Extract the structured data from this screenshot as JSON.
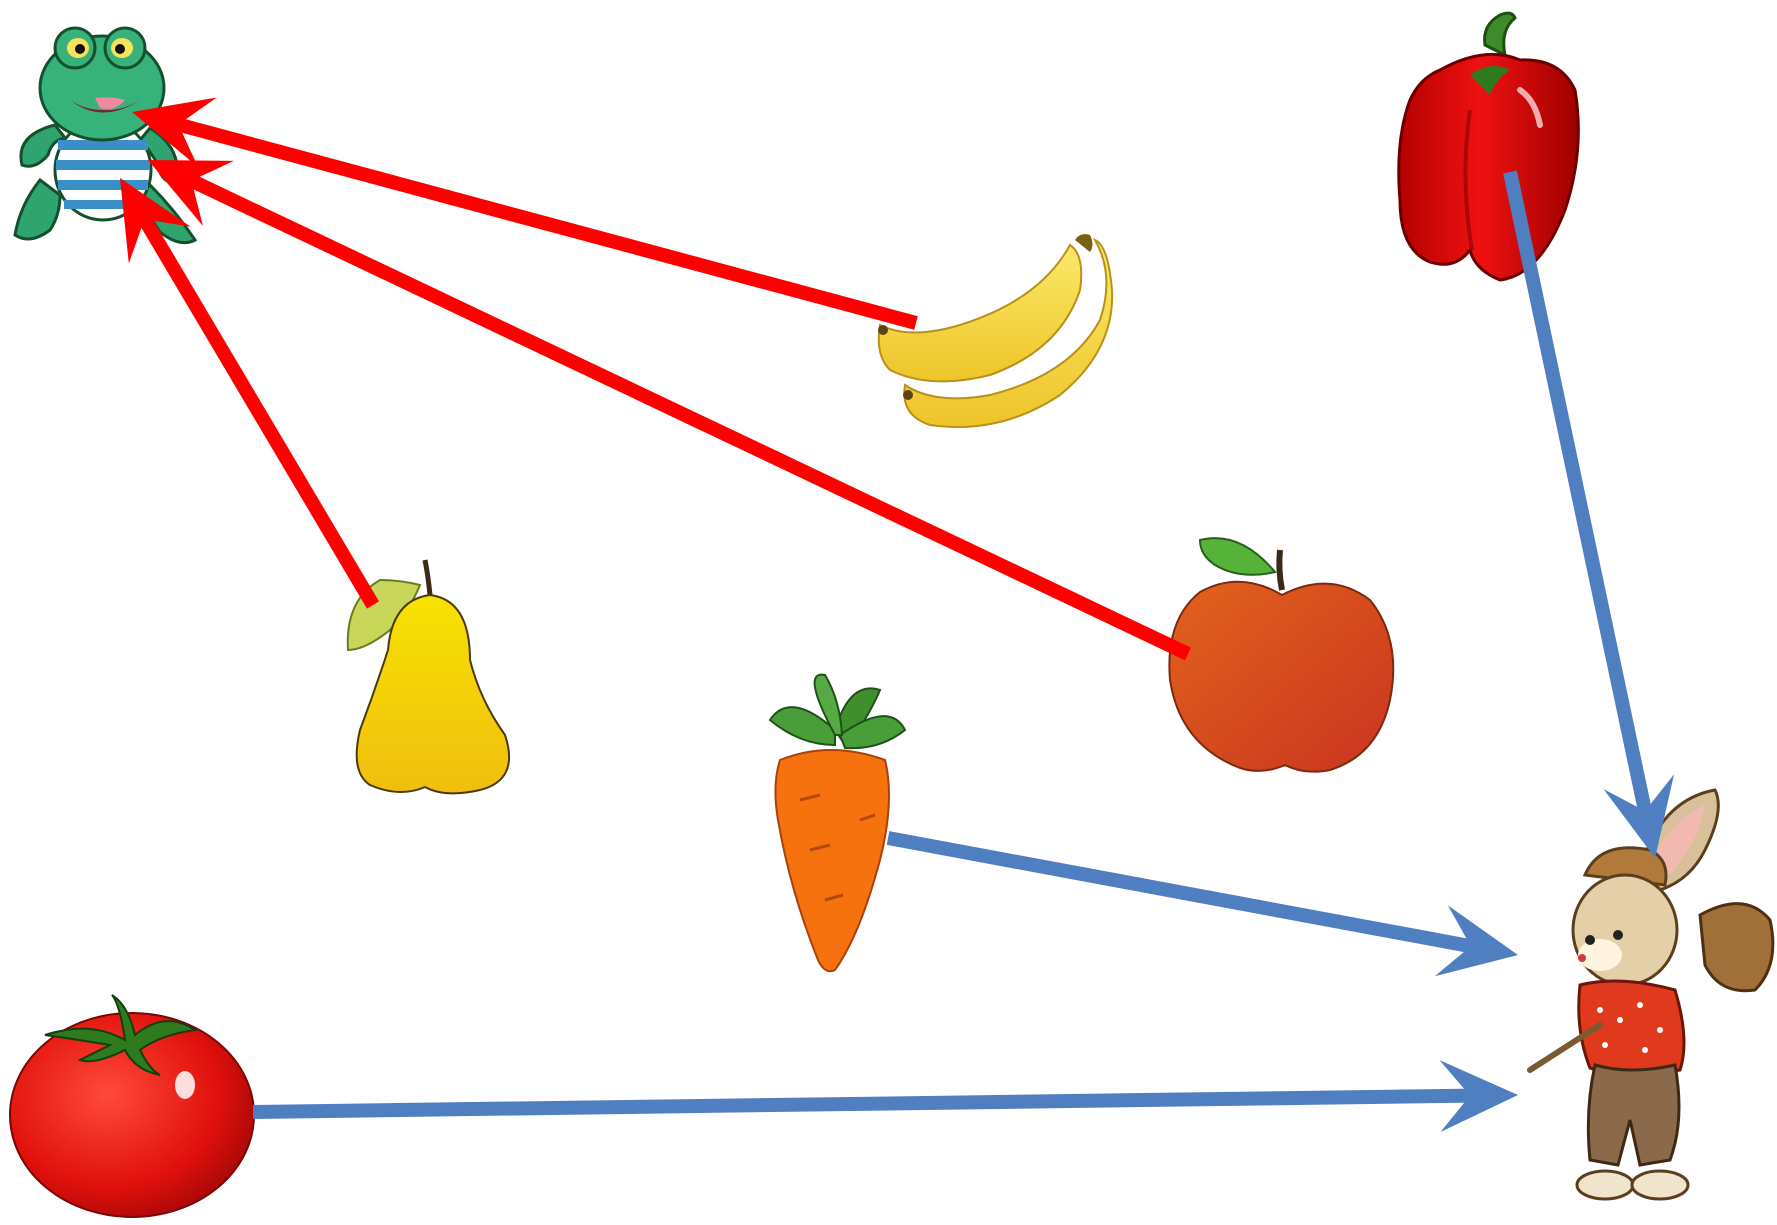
{
  "diagram": {
    "nodes": [
      {
        "id": "frog",
        "kind": "character",
        "icon": "frog-icon"
      },
      {
        "id": "rabbit",
        "kind": "character",
        "icon": "rabbit-icon"
      },
      {
        "id": "banana",
        "kind": "fruit",
        "icon": "banana-icon"
      },
      {
        "id": "pear",
        "kind": "fruit",
        "icon": "pear-icon"
      },
      {
        "id": "apple",
        "kind": "fruit",
        "icon": "apple-icon"
      },
      {
        "id": "bell-pepper",
        "kind": "vegetable",
        "icon": "bell-pepper-icon"
      },
      {
        "id": "carrot",
        "kind": "vegetable",
        "icon": "carrot-icon"
      },
      {
        "id": "tomato",
        "kind": "vegetable",
        "icon": "tomato-icon"
      }
    ],
    "edges": [
      {
        "from": "banana",
        "to": "frog",
        "color": "#ff0000"
      },
      {
        "from": "apple",
        "to": "frog",
        "color": "#ff0000"
      },
      {
        "from": "pear",
        "to": "frog",
        "color": "#ff0000"
      },
      {
        "from": "bell-pepper",
        "to": "rabbit",
        "color": "#4f7fc0"
      },
      {
        "from": "carrot",
        "to": "rabbit",
        "color": "#4f7fc0"
      },
      {
        "from": "tomato",
        "to": "rabbit",
        "color": "#4f7fc0"
      }
    ],
    "colors": {
      "fruit_arrows": "#ff0000",
      "vegetable_arrows": "#4f7fc0",
      "background": "#ffffff"
    }
  }
}
